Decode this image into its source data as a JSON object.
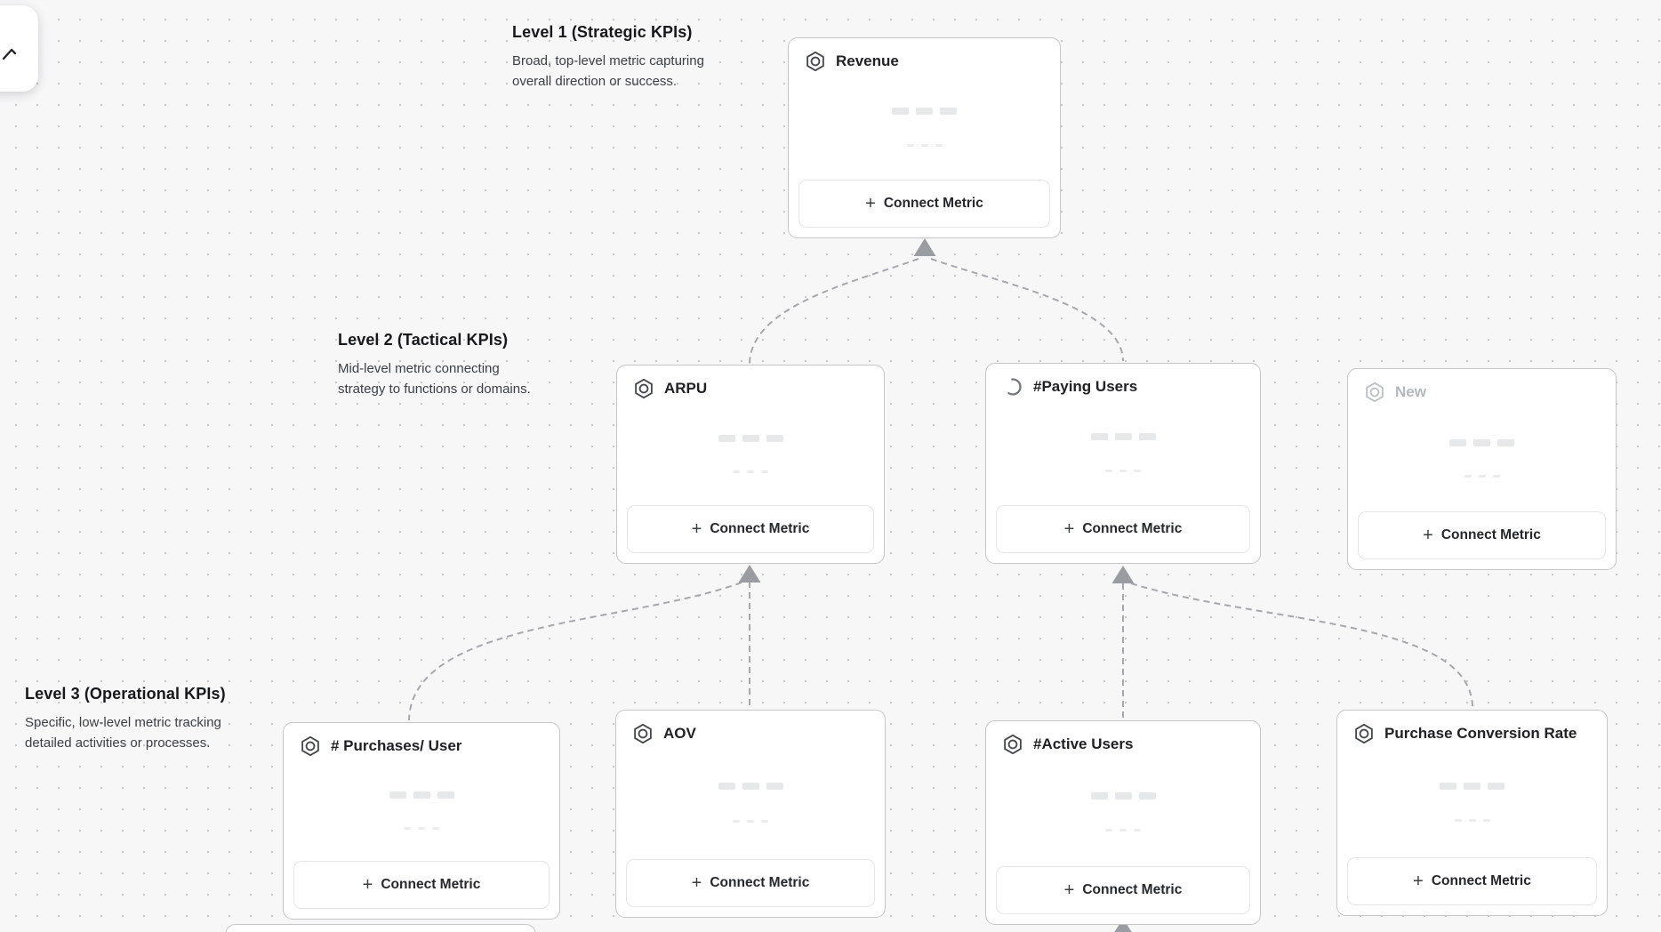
{
  "toolbar": {
    "partial_tool_icon": "cursor-tool-icon"
  },
  "sections": [
    {
      "heading": "Level 1 (Strategic KPIs)",
      "description_line1": "Broad, top-level metric capturing",
      "description_line2": "overall direction or success."
    },
    {
      "heading": "Level 2 (Tactical KPIs)",
      "description_line1": "Mid-level metric connecting",
      "description_line2": "strategy to functions or domains."
    },
    {
      "heading": "Level 3 (Operational KPIs)",
      "description_line1": "Specific, low-level metric tracking",
      "description_line2": "detailed activities or processes."
    }
  ],
  "cards": [
    {
      "title": "Revenue",
      "icon": "hexagon-metric-icon",
      "state": "default",
      "button_label": "Connect Metric"
    },
    {
      "title": "ARPU",
      "icon": "hexagon-metric-icon",
      "state": "default",
      "button_label": "Connect Metric"
    },
    {
      "title": "#Paying Users",
      "icon": "loading-spinner-icon",
      "state": "loading",
      "button_label": "Connect Metric"
    },
    {
      "title": "New",
      "icon": "hexagon-metric-icon",
      "state": "placeholder",
      "button_label": "Connect Metric"
    },
    {
      "title": "# Purchases/ User",
      "icon": "hexagon-metric-icon",
      "state": "default",
      "button_label": "Connect Metric"
    },
    {
      "title": "AOV",
      "icon": "hexagon-metric-icon",
      "state": "default",
      "button_label": "Connect Metric"
    },
    {
      "title": "#Active Users",
      "icon": "hexagon-metric-icon",
      "state": "default",
      "button_label": "Connect Metric"
    },
    {
      "title": "Purchase Conversion Rate",
      "icon": "hexagon-metric-icon",
      "state": "default",
      "button_label": "Connect Metric"
    }
  ],
  "ui": {
    "plus_glyph": "+"
  },
  "colors": {
    "canvas_background": "#f7f7f8",
    "grid_dot": "#c9cacc",
    "card_border": "#c4c6c8",
    "connector": "#a6a8ab",
    "arrow_fill": "#999ca0",
    "title_text": "#202124",
    "placeholder_text": "#b4b8bc",
    "skeleton": "#e7e8ea"
  }
}
